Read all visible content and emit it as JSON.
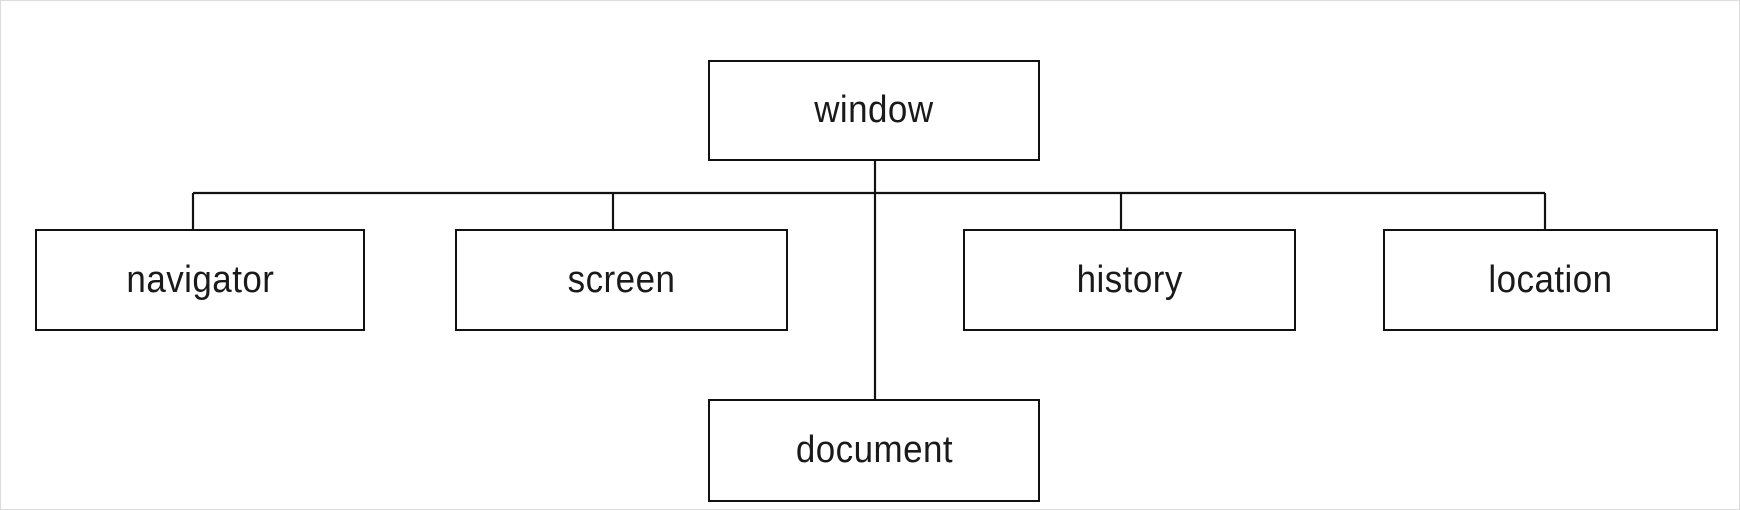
{
  "diagram": {
    "type": "hierarchy",
    "root": {
      "id": "window",
      "label": "window"
    },
    "children": [
      {
        "id": "navigator",
        "label": "navigator"
      },
      {
        "id": "screen",
        "label": "screen"
      },
      {
        "id": "history",
        "label": "history"
      },
      {
        "id": "location",
        "label": "location"
      },
      {
        "id": "document",
        "label": "document"
      }
    ],
    "colors": {
      "line": "#111111",
      "box_fill": "#ffffff",
      "text": "#1a1a1a"
    }
  }
}
